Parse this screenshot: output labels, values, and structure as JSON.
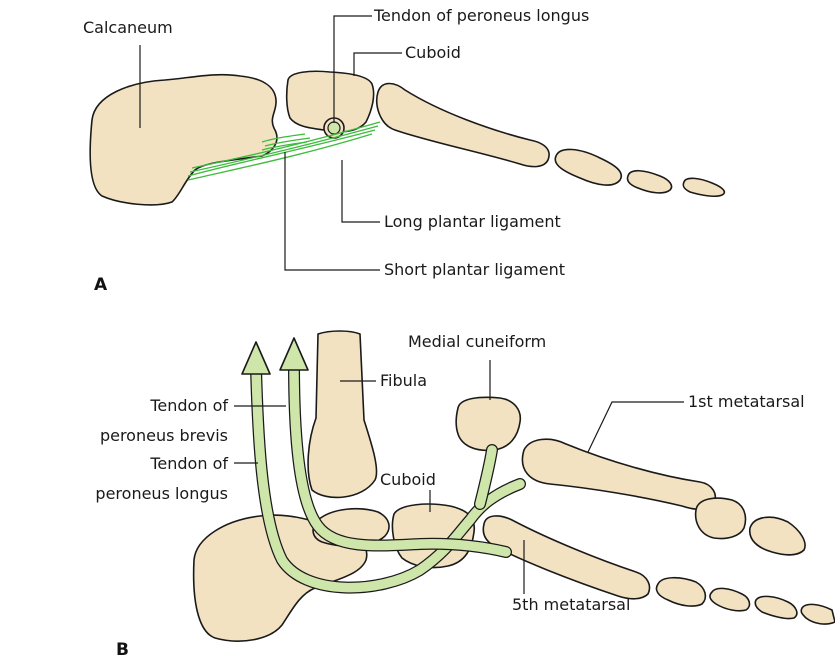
{
  "colors": {
    "bone": "#f3e2c2",
    "tendon": "#cfe6ab",
    "ligament": "#3dbb3d",
    "outline": "#1a1a1a"
  },
  "panel_a": {
    "letter": "A",
    "labels": {
      "calcaneum": "Calcaneum",
      "tendon_peroneus_longus": "Tendon of peroneus longus",
      "cuboid": "Cuboid",
      "long_plantar_ligament": "Long plantar ligament",
      "short_plantar_ligament": "Short plantar ligament"
    }
  },
  "panel_b": {
    "letter": "B",
    "labels": {
      "medial_cuneiform": "Medial cuneiform",
      "fibula": "Fibula",
      "first_metatarsal": "1st metatarsal",
      "tendon_brevis_line1": "Tendon of",
      "tendon_brevis_line2": "peroneus brevis",
      "tendon_longus_line1": "Tendon of",
      "tendon_longus_line2": "peroneus longus",
      "cuboid": "Cuboid",
      "fifth_metatarsal": "5th metatarsal"
    }
  }
}
